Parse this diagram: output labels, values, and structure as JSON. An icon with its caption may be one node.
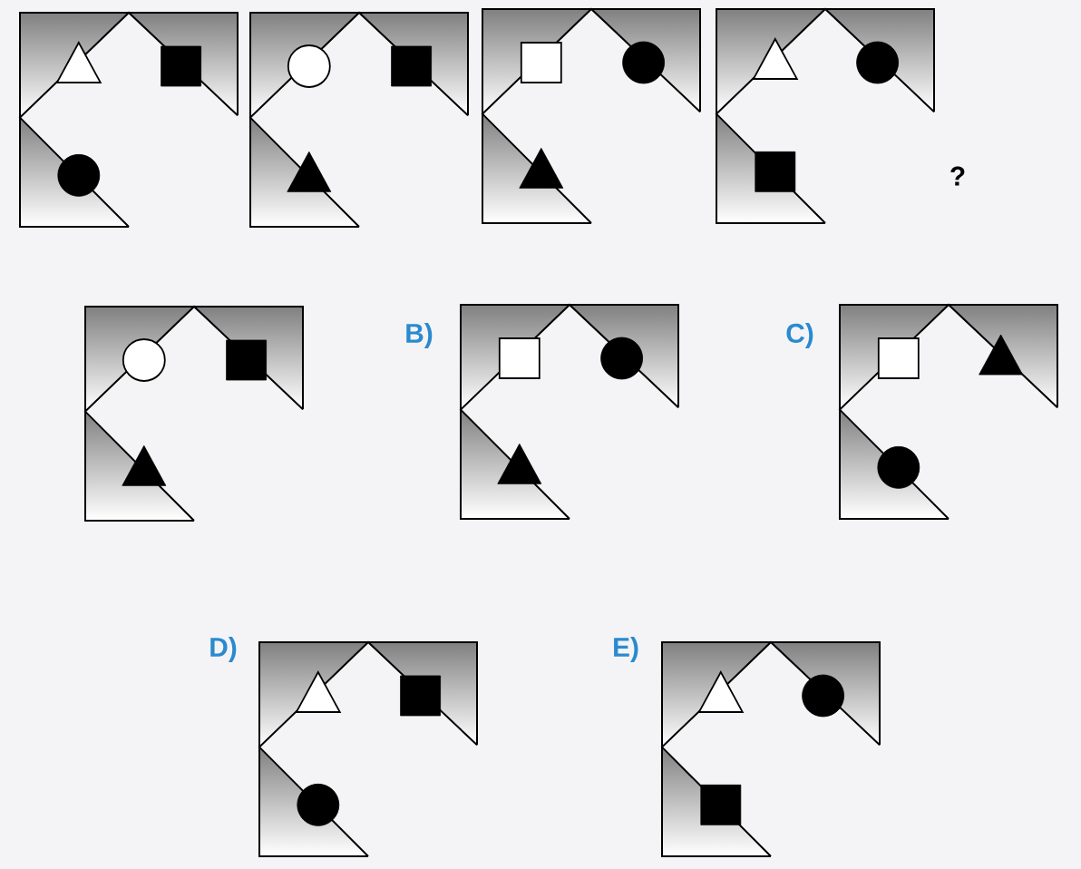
{
  "diagram": {
    "labels": [
      "?",
      "B)",
      "C)",
      "D)",
      "E)"
    ]
  }
}
